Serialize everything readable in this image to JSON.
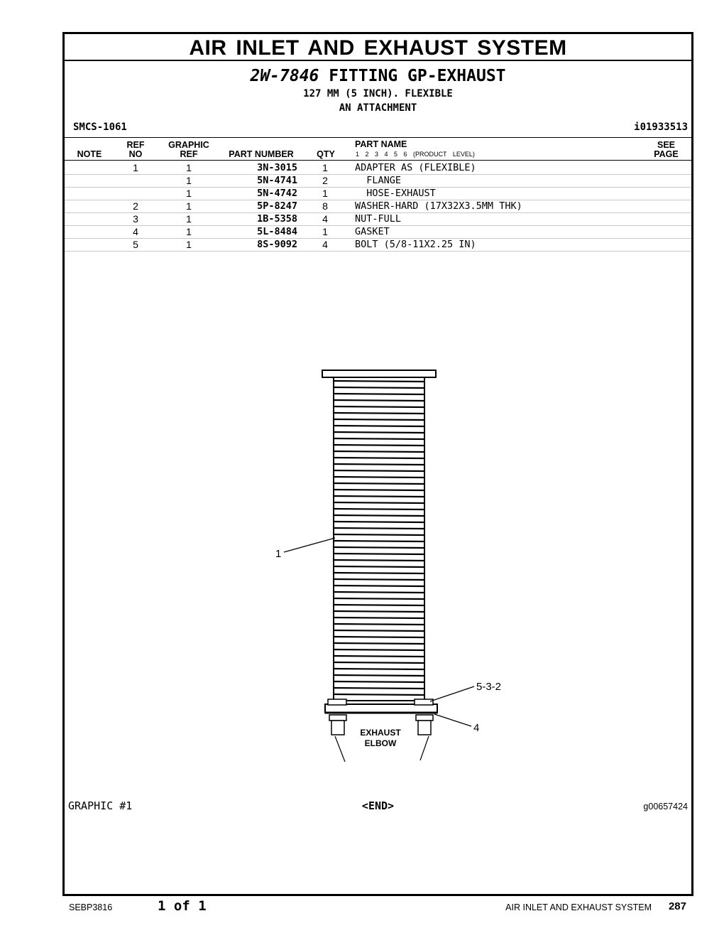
{
  "section_title": "AIR INLET AND EXHAUST SYSTEM",
  "group": {
    "part_number": "2W-7846",
    "name": "FITTING GP-EXHAUST",
    "line1": "127 MM (5 INCH). FLEXIBLE",
    "line2": "AN ATTACHMENT"
  },
  "smcs": "SMCS-1061",
  "info_id": "i01933513",
  "columns": {
    "note": "NOTE",
    "ref": "REF",
    "no": "NO",
    "graphic": "GRAPHIC",
    "graphic_ref": "REF",
    "part_number": "PART NUMBER",
    "qty": "QTY",
    "part_name": "PART NAME",
    "product_levels": "1 2 3 4 5 6 (PRODUCT LEVEL)",
    "see": "SEE",
    "page": "PAGE"
  },
  "rows": [
    {
      "ref": "1",
      "graphic": "1",
      "part_number": "3N-3015",
      "qty": "1",
      "name": "ADAPTER AS (FLEXIBLE)"
    },
    {
      "ref": "",
      "graphic": "1",
      "part_number": "5N-4741",
      "qty": "2",
      "name": "  FLANGE"
    },
    {
      "ref": "",
      "graphic": "1",
      "part_number": "5N-4742",
      "qty": "1",
      "name": "  HOSE-EXHAUST"
    },
    {
      "ref": "2",
      "graphic": "1",
      "part_number": "5P-8247",
      "qty": "8",
      "name": "WASHER-HARD (17X32X3.5MM THK)"
    },
    {
      "ref": "3",
      "graphic": "1",
      "part_number": "1B-5358",
      "qty": "4",
      "name": "NUT-FULL"
    },
    {
      "ref": "4",
      "graphic": "1",
      "part_number": "5L-8484",
      "qty": "1",
      "name": "GASKET"
    },
    {
      "ref": "5",
      "graphic": "1",
      "part_number": "8S-9092",
      "qty": "4",
      "name": "BOLT (5/8-11X2.25 IN)"
    }
  ],
  "illustration": {
    "callout_1": "1",
    "callout_532": "5-3-2",
    "callout_4": "4",
    "elbow_line1": "EXHAUST",
    "elbow_line2": "ELBOW"
  },
  "graphic_label": "GRAPHIC #1",
  "end_label": "<END>",
  "graphic_id": "g00657424",
  "footer": {
    "doc_id": "SEBP3816",
    "pages": "1 of 1",
    "section": "AIR INLET AND EXHAUST SYSTEM",
    "page_number": "287"
  }
}
